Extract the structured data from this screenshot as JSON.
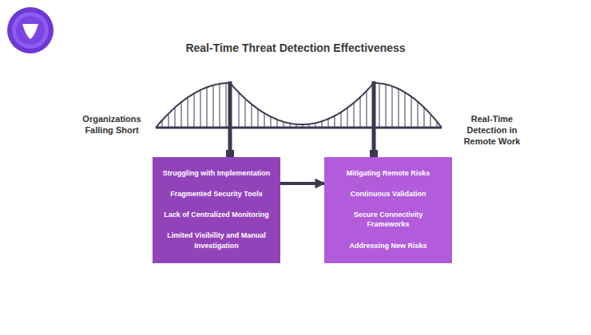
{
  "diagram": {
    "title": "Real-Time Threat Detection Effectiveness",
    "nodes": [
      {
        "text": [
          "Struggling with Implementation",
          "Fragmented Security Tools",
          "Lack of Centralized Monitoring",
          "Limited Visibility and Manual Investigation"
        ]
      },
      {
        "text": [
          "Mitigating Remote Risks",
          "Continuous Validation",
          "Secure Connectivity Frameworks",
          "Addressing New Risks"
        ]
      }
    ],
    "edges": [
      {
        "from": 0,
        "to": 1,
        "arrow": "to"
      }
    ],
    "labels": [
      "Organizations Falling Short",
      "Real-Time Detection in Remote Work"
    ]
  }
}
